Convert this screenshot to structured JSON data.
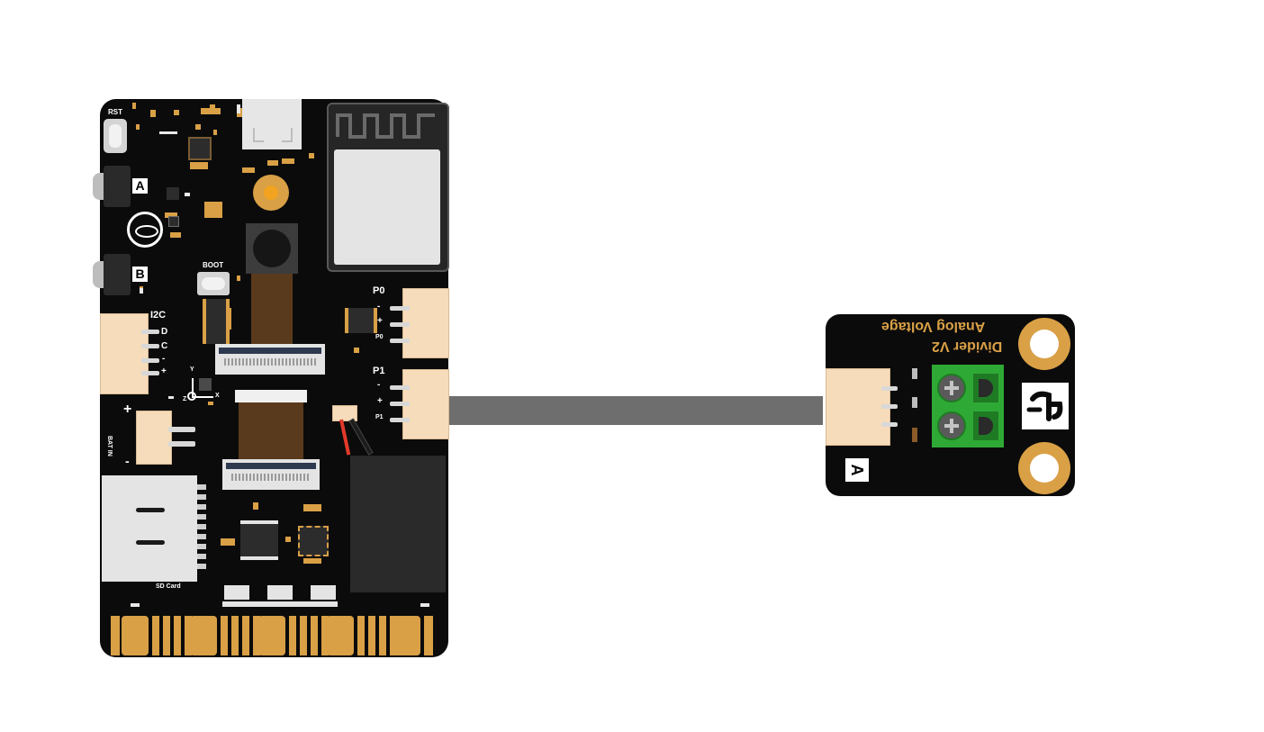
{
  "main_board": {
    "rst_label": "RST",
    "button_a_label": "A",
    "button_b_label": "B",
    "boot_label": "BOOT",
    "i2c_label": "I2C",
    "i2c_pins": [
      "D",
      "C",
      "-",
      "+"
    ],
    "bat_in_label": "BAT IN",
    "bat_plus": "+",
    "bat_minus": "-",
    "p0_label": "P0",
    "p0_pins": [
      "-",
      "+",
      "P0"
    ],
    "p1_label": "P1",
    "p1_pins": [
      "-",
      "+",
      "P1"
    ],
    "sd_card_label": "SD Card",
    "axis_y": "Y",
    "axis_x": "X",
    "axis_z": "Z"
  },
  "module": {
    "title_line1": "Analog Voltage",
    "title_line2": "Divider V2",
    "port_label": "A",
    "logo": "dfrobot-logo-icon"
  },
  "colors": {
    "pcb": "#0b0b0b",
    "gold": "#d9a046",
    "connector": "#f6dcbb",
    "cable": "#6e6e6e",
    "terminal": "#2fa935",
    "module_text": "#d9a046"
  }
}
